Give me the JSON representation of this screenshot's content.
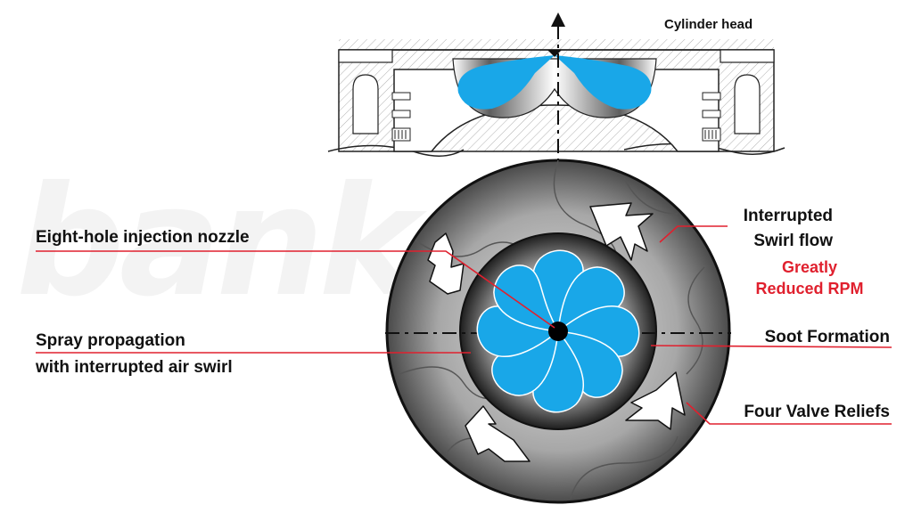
{
  "watermark": {
    "text": "banks"
  },
  "labels": {
    "cylinder_head": "Cylinder head",
    "nozzle": "Eight-hole injection nozzle",
    "swirl_line1": "Interrupted",
    "swirl_line2": "Swirl flow",
    "rpm_line1": "Greatly",
    "rpm_line2": "Reduced RPM",
    "spray_line1": "Spray propagation",
    "spray_line2": "with interrupted air swirl",
    "soot": "Soot Formation",
    "valve_reliefs": "Four Valve Reliefs"
  },
  "colors": {
    "spray_blue": "#19a7e8",
    "leader_red": "#e0202e",
    "emphasis_red": "#e0202e",
    "label_black": "#111111"
  },
  "icons": {
    "cylinder_axis_arrow": "arrow-up-icon"
  }
}
